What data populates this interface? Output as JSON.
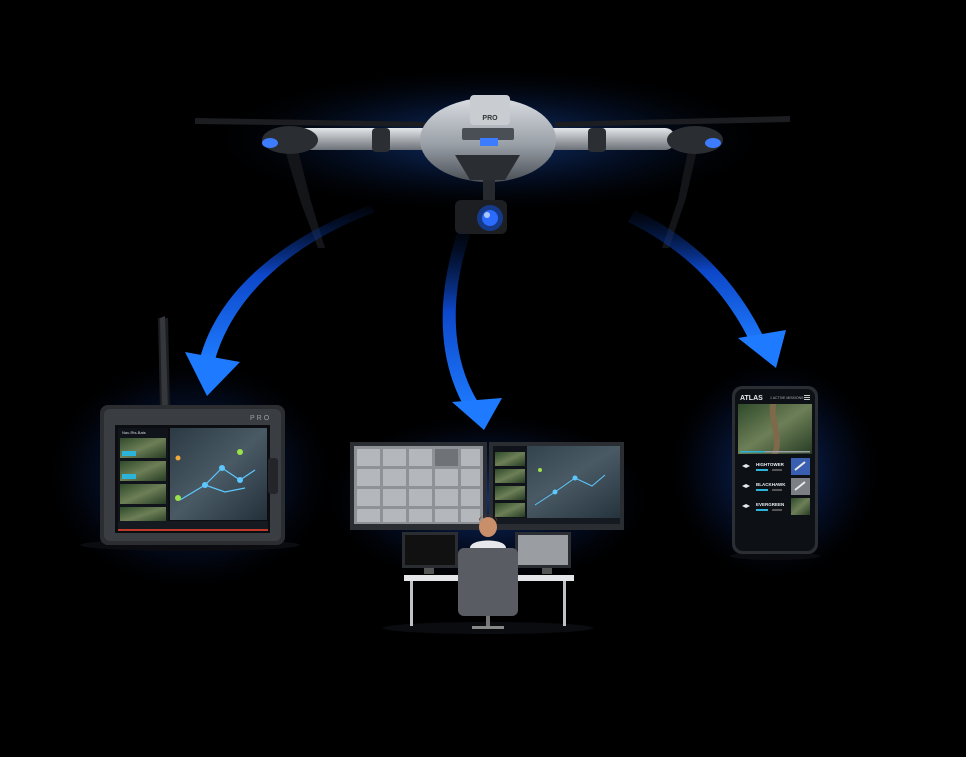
{
  "drone": {
    "brand_mark": "PRO",
    "accent_color": "#1a6cff"
  },
  "tablet": {
    "brand_mark": "PRO",
    "screen_header": "Nav-Rts-Bats"
  },
  "phone": {
    "app_name": "ATLAS",
    "header_sub": "1 ACTIVE MISSIONS",
    "missions": [
      {
        "name": "HIGHTOWER"
      },
      {
        "name": "BLACKHAWK"
      },
      {
        "name": "EVERGREEN"
      }
    ]
  },
  "icons": {
    "arrow_left": "curved-arrow-icon",
    "arrow_center": "curved-arrow-icon",
    "arrow_right": "curved-arrow-icon"
  }
}
